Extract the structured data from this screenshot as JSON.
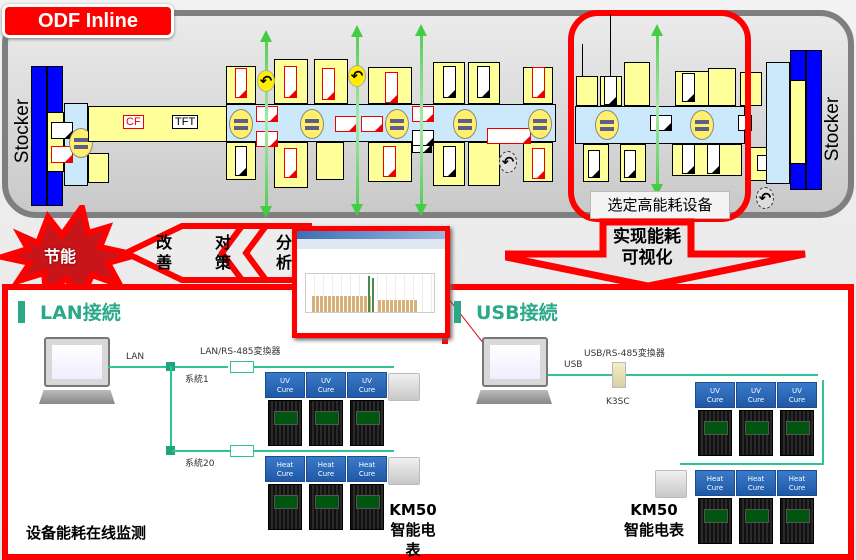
{
  "title": "ODF Inline",
  "line": {
    "stocker_left": "Stocker",
    "stocker_right": "Stocker",
    "panel_tags": [
      "CF",
      "TFT"
    ],
    "highlight_label": "选定高能耗设备"
  },
  "flow": {
    "burst_label": "节能",
    "steps": [
      {
        "label_top": "改",
        "label_bottom": "善"
      },
      {
        "label_top": "对",
        "label_bottom": "策"
      },
      {
        "label_top": "分",
        "label_bottom": "析"
      }
    ],
    "visualize_line1": "实现能耗",
    "visualize_line2": "可视化"
  },
  "lan": {
    "title": "LAN接続",
    "link_label": "LAN",
    "converter_label": "LAN/RS-485変換器",
    "system1_label": "系統1",
    "system20_label": "系統20",
    "row1_meters": [
      "UV\nCure",
      "UV\nCure",
      "UV\nCure"
    ],
    "row2_meters": [
      "Heat\nCure",
      "Heat\nCure",
      "Heat\nCure"
    ],
    "meter_model": "KM50",
    "meter_name": "智能电表",
    "caption": "设备能耗在线监测"
  },
  "usb": {
    "title": "USB接続",
    "link_label": "USB",
    "converter_label": "USB/RS-485変換器",
    "converter_model": "K3SC",
    "row1_meters": [
      "UV\nCure",
      "UV\nCure",
      "UV\nCure"
    ],
    "row2_meters": [
      "Heat\nCure",
      "Heat\nCure",
      "Heat\nCure"
    ],
    "meter_model": "KM50",
    "meter_name": "智能电表"
  },
  "colors": {
    "accent_red": "#ff0000",
    "section_green": "#2aa888",
    "line_green": "#2ec49a",
    "stocker_blue": "#0000ff",
    "unit_yellow": "#ffff99",
    "conveyor_blue": "#cce9fb",
    "meter_blue": "#2a66b8"
  }
}
